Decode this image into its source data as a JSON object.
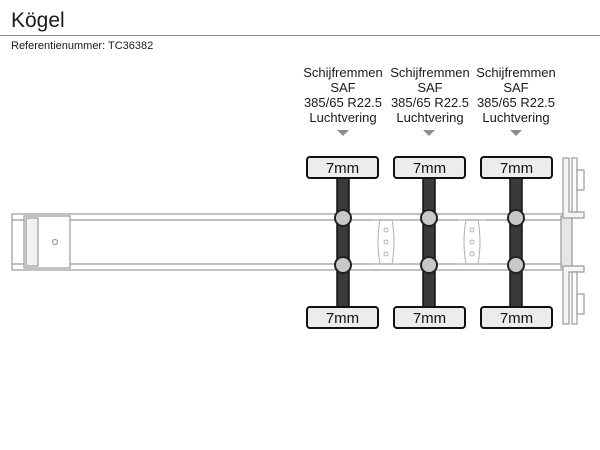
{
  "header": {
    "title": "Kögel",
    "reference": "Referentienummer: TC36382"
  },
  "axles": [
    {
      "brake": "Schijfremmen",
      "brand": "SAF",
      "tire": "385/65 R22.5",
      "suspension": "Luchtvering",
      "tread_front": "7mm",
      "tread_rear": "7mm"
    },
    {
      "brake": "Schijfremmen",
      "brand": "SAF",
      "tire": "385/65 R22.5",
      "suspension": "Luchtvering",
      "tread_front": "7mm",
      "tread_rear": "7mm"
    },
    {
      "brake": "Schijfremmen",
      "brand": "SAF",
      "tire": "385/65 R22.5",
      "suspension": "Luchtvering",
      "tread_front": "7mm",
      "tread_rear": "7mm"
    }
  ]
}
